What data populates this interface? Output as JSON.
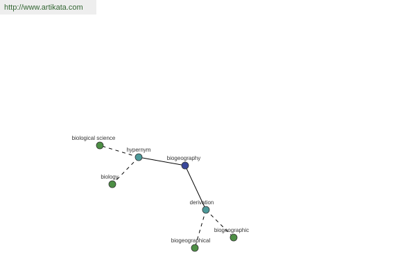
{
  "banner": {
    "url_text": "http://www.artikata.com"
  },
  "colors": {
    "center_node": "#39479a",
    "relation_node": "#4d9a9a",
    "leaf_node": "#4d8f45",
    "banner_text": "#336633",
    "banner_bg": "#eeeeee"
  },
  "graph": {
    "nodes": [
      {
        "id": "biogeography",
        "label": "biogeography",
        "kind": "center"
      },
      {
        "id": "hypernym",
        "label": "hypernym",
        "kind": "relation"
      },
      {
        "id": "derivation",
        "label": "derivation",
        "kind": "relation"
      },
      {
        "id": "biological-science",
        "label": "biological science",
        "kind": "leaf"
      },
      {
        "id": "biology",
        "label": "biology",
        "kind": "leaf"
      },
      {
        "id": "biogeographical",
        "label": "biogeographical",
        "kind": "leaf"
      },
      {
        "id": "biogeographic",
        "label": "biogeographic",
        "kind": "leaf"
      }
    ],
    "edges": [
      {
        "from": "biogeography",
        "to": "hypernym",
        "style": "solid"
      },
      {
        "from": "biogeography",
        "to": "derivation",
        "style": "solid"
      },
      {
        "from": "hypernym",
        "to": "biological-science",
        "style": "dashed"
      },
      {
        "from": "hypernym",
        "to": "biology",
        "style": "dashed"
      },
      {
        "from": "derivation",
        "to": "biogeographical",
        "style": "dashed"
      },
      {
        "from": "derivation",
        "to": "biogeographic",
        "style": "dashed"
      }
    ]
  }
}
